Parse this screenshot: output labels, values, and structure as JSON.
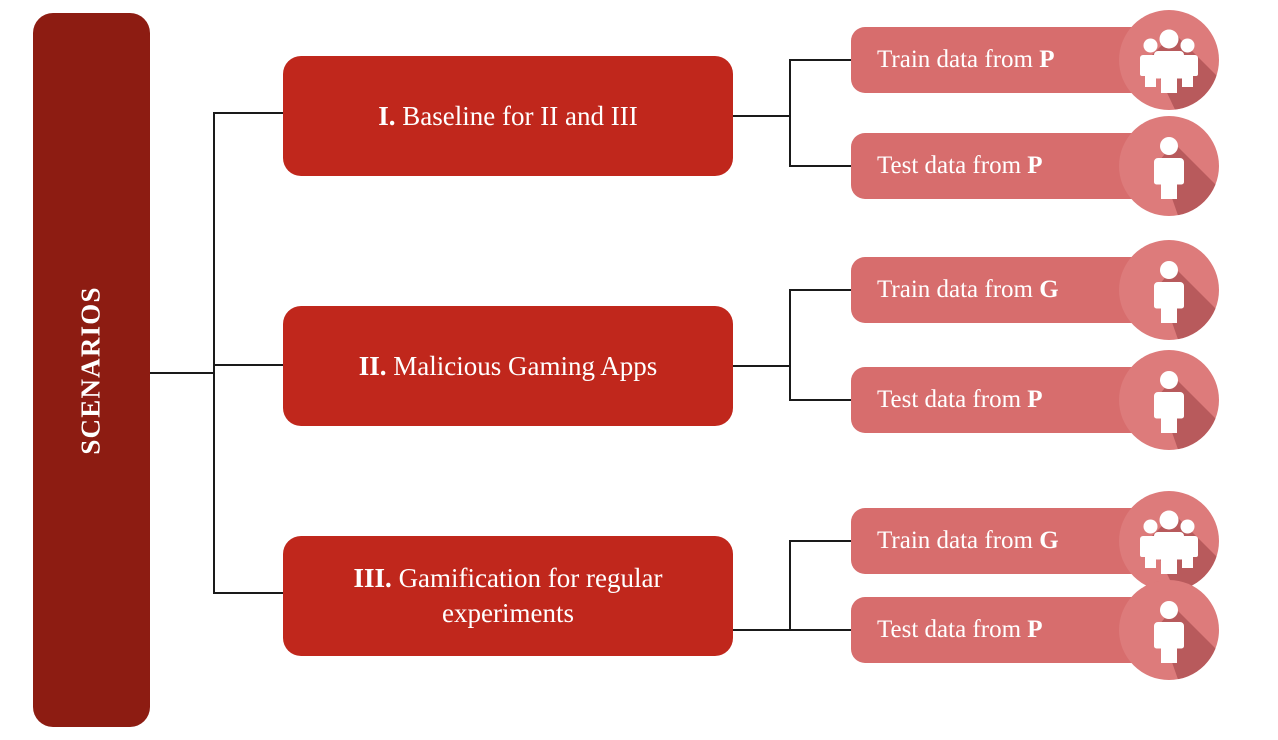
{
  "diagram": {
    "title": "SCENARIOS",
    "root": {
      "label": "SCENARIOS",
      "color": "#8d1c12"
    },
    "colors": {
      "root_bar": "#8d1c12",
      "scenario_box": "#c0271c",
      "leaf_pill": "#d76d6d",
      "badge_circle": "#dd7b7b",
      "badge_shadow": "#b85a5c",
      "icon": "#ffffff",
      "connector": "#1a1a1a",
      "background": "#ffffff"
    },
    "scenarios": [
      {
        "numeral": "I.",
        "title": "Baseline for II and III",
        "lines": [
          "Baseline for II and III"
        ],
        "leaves": [
          {
            "label_prefix": "Train data from ",
            "source": "P",
            "label_full": "Train data from P",
            "icon": "group-of-people-icon"
          },
          {
            "label_prefix": "Test data from ",
            "source": "P",
            "label_full": "Test data from P",
            "icon": "single-person-icon"
          }
        ]
      },
      {
        "numeral": "II.",
        "title": "Malicious Gaming Apps",
        "lines": [
          "Malicious Gaming Apps"
        ],
        "leaves": [
          {
            "label_prefix": "Train data from ",
            "source": "G",
            "label_full": "Train data from G",
            "icon": "single-person-icon"
          },
          {
            "label_prefix": "Test data from ",
            "source": "P",
            "label_full": "Test data from P",
            "icon": "single-person-icon"
          }
        ]
      },
      {
        "numeral": "III.",
        "title": "Gamification for regular experiments",
        "lines": [
          "Gamification for regular",
          "experiments"
        ],
        "leaves": [
          {
            "label_prefix": "Train data from ",
            "source": "G",
            "label_full": "Train data from G",
            "icon": "group-of-people-icon"
          },
          {
            "label_prefix": "Test data from ",
            "source": "P",
            "label_full": "Test data from P",
            "icon": "single-person-icon"
          }
        ]
      }
    ]
  }
}
